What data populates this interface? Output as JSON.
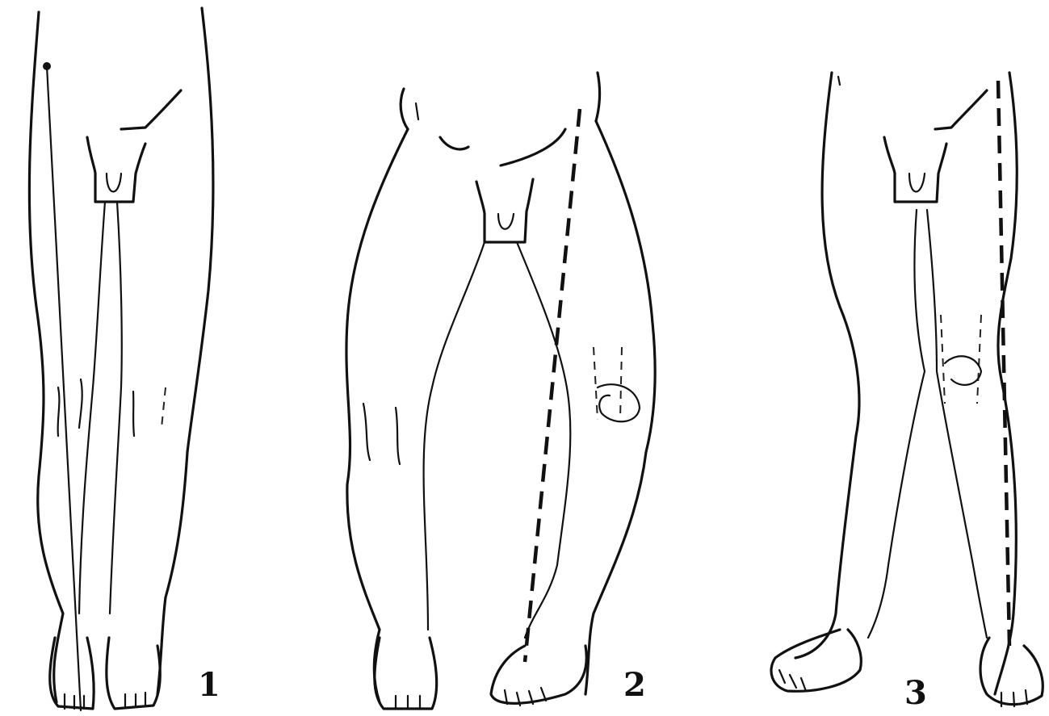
{
  "figure": {
    "panels": [
      {
        "label": "1"
      },
      {
        "label": "2"
      },
      {
        "label": "3"
      }
    ]
  }
}
